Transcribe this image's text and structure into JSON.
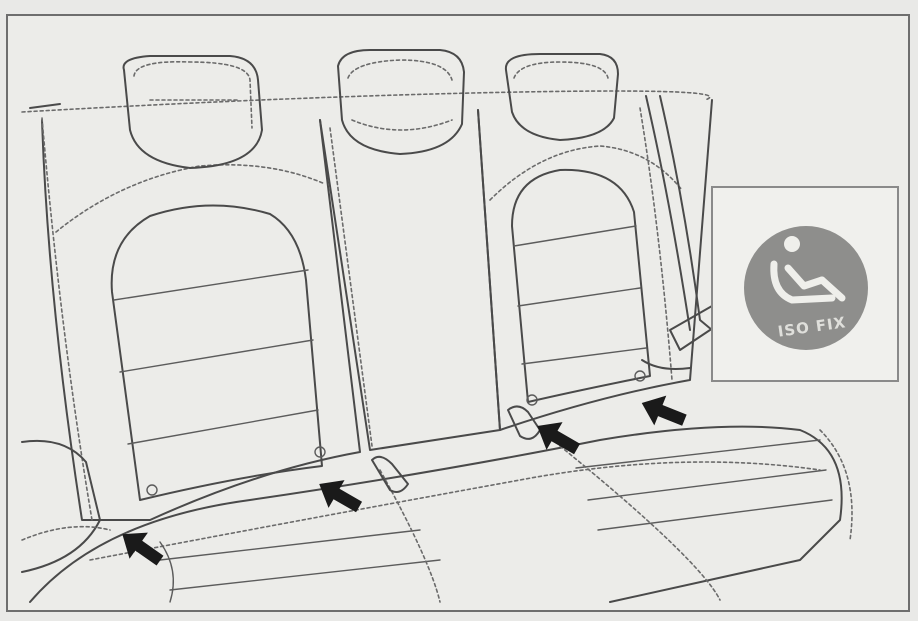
{
  "diagram": {
    "subject": "rear-seat-isofix-anchor-locations",
    "arrow_color": "#1a1a1a",
    "line_color": "#4a4a4a",
    "background_color": "#ecece9",
    "inset": {
      "icon": "child-seat-icon",
      "icon_background": "#8c8c8c",
      "label": "ISO FIX"
    },
    "arrows": [
      {
        "seat": "left",
        "anchor": "left"
      },
      {
        "seat": "left",
        "anchor": "right"
      },
      {
        "seat": "right",
        "anchor": "left"
      },
      {
        "seat": "right",
        "anchor": "right"
      }
    ]
  }
}
